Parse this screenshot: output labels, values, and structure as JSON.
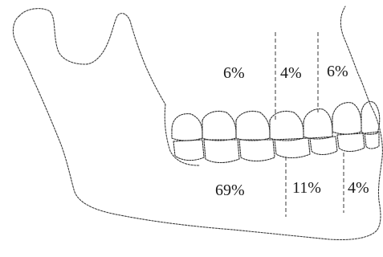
{
  "upper_percentages": [
    "6%",
    "4%",
    "6%"
  ],
  "lower_percentages": [
    "69%",
    "11%",
    "4%"
  ]
}
